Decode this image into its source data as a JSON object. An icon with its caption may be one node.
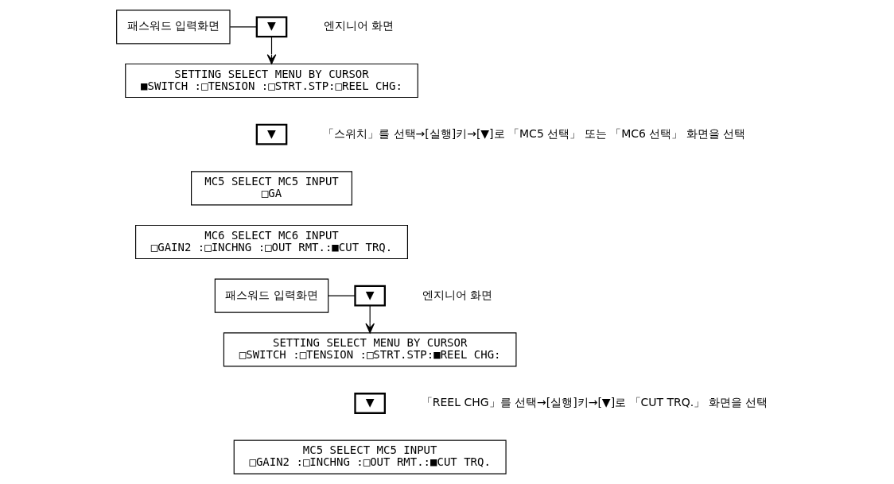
{
  "diagram": {
    "nodes": [
      {
        "text": [
          "패스워드 입력화면"
        ]
      },
      {
        "text": [
          "▼"
        ]
      },
      {
        "text": [
          "SETTING SELECT MENU BY CURSOR",
          "■SWITCH :□TENSION :□STRT.STP:□REEL CHG:"
        ],
        "beside": [
          "엔지니어 화면"
        ]
      },
      {
        "text": [
          "▼"
        ]
      },
      {
        "text": [
          "MC5 SELECT MC5 INPUT",
          "□GA"
        ]
      },
      {
        "text": [
          "MC6 SELECT MC6 INPUT",
          "□GAIN2 :□INCHNG :□OUT RMT.:■CUT TRQ."
        ]
      },
      {
        "text": [
          "패스워드 입력화면"
        ]
      },
      {
        "text": [
          "▼"
        ]
      },
      {
        "text": [
          "SETTING SELECT MENU BY CURSOR",
          "□SWITCH :□TENSION :□STRT.STP:■REEL CHG:"
        ],
        "beside": [
          "엔지니어 화면"
        ]
      },
      {
        "text": [
          "▼"
        ]
      },
      {
        "text": [
          "MC5 SELECT MC5 INPUT",
          "□GAIN2 :□INCHNG :□OUT RMT.:■CUT TRQ."
        ]
      }
    ],
    "edges": [
      {
        "from": 0,
        "to": 1,
        "arrow": "none"
      },
      {
        "from": 1,
        "to": 2,
        "arrow": "to"
      },
      {
        "from": 6,
        "to": 7,
        "arrow": "none"
      },
      {
        "from": 7,
        "to": 8,
        "arrow": "to"
      }
    ],
    "labels": [
      "「스위치」를 선택→[실행]키→[▼]로 「MC5 선택」 또는 「MC6 선택」 화면을 선택",
      "「REEL CHG」를 선택→[실행]키→[▼]로 「CUT TRQ.」 화면을 선택"
    ]
  }
}
